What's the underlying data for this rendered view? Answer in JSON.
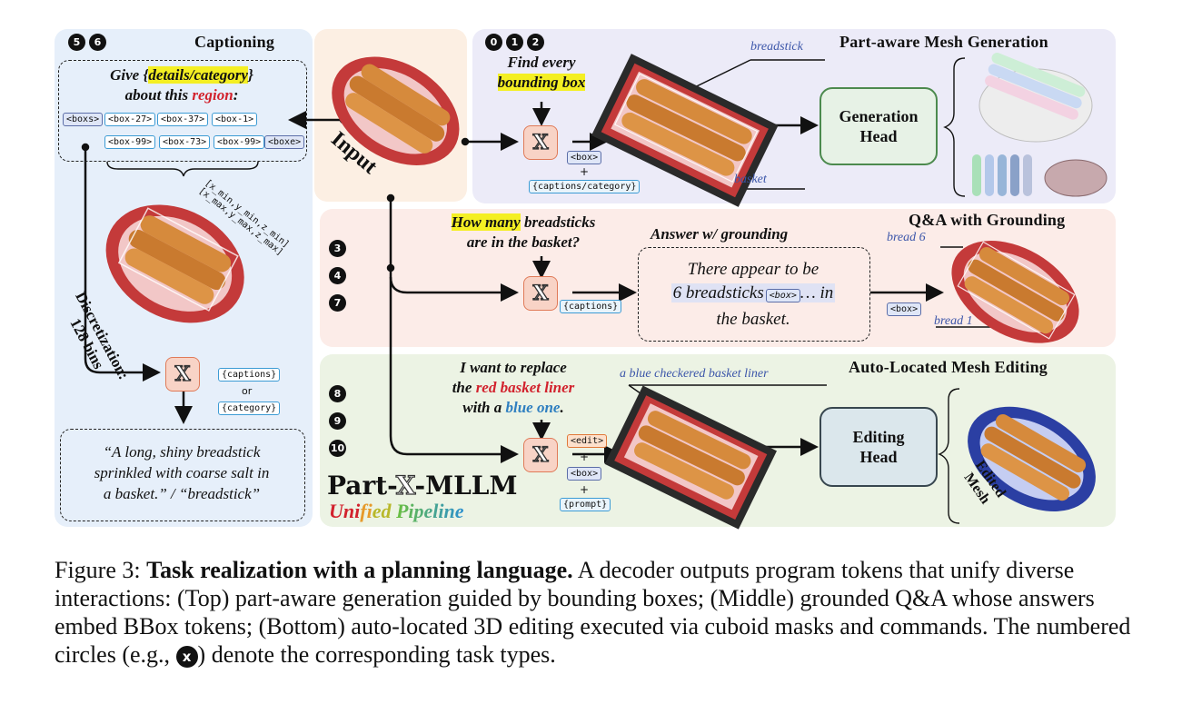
{
  "captioning": {
    "nums": [
      "5",
      "6"
    ],
    "title": "Captioning",
    "prompt_pre": "Give {",
    "prompt_hl": "details/category",
    "prompt_post": "}",
    "prompt_line2_pre": "about this ",
    "prompt_line2_red": "region",
    "prompt_line2_post": ":",
    "tokens_row1": [
      "<boxs>",
      "<box-27>",
      "<box-37>",
      "<box-1>"
    ],
    "tokens_row2": [
      "<box-99>",
      "<box-73>",
      "<box-99>",
      "<boxe>"
    ],
    "coords": [
      "[x_min,y_min,z_min]",
      "[x_max,y_max,z_max]"
    ],
    "discretization": [
      "Discretization:",
      "128 bins"
    ],
    "out_tokens": [
      "{captions}",
      "or",
      "{category}"
    ],
    "answer": [
      "“A long, shiny breadstick",
      "sprinkled with coarse salt in",
      "a basket.” / “breadstick”"
    ]
  },
  "input_label": "Input",
  "generation": {
    "nums": [
      "0",
      "1",
      "2"
    ],
    "title": "Part-aware Mesh Generation",
    "prompt": [
      "Find every",
      "bounding box"
    ],
    "tokens": [
      "<box>",
      "+",
      "{captions/category}"
    ],
    "labels": [
      "breadstick",
      "basket"
    ],
    "head": [
      "Generation",
      "Head"
    ]
  },
  "qa": {
    "nums": [
      "3",
      "4",
      "7"
    ],
    "title": "Q&A with Grounding",
    "question_hl": "How many",
    "question_rest": " breadsticks",
    "question_line2": "are in the basket?",
    "tokens": [
      "{captions}"
    ],
    "answer_title": "Answer w/ grounding",
    "answer": [
      "There appear to be",
      "6 breadsticks",
      "… in",
      "the basket."
    ],
    "answer_token": "<box>",
    "out_token": "<box>",
    "labels": [
      "bread 6",
      "bread 1"
    ]
  },
  "editing": {
    "nums": [
      "8",
      "9",
      "10"
    ],
    "title": "Auto-Located Mesh Editing",
    "instruction": [
      "I want to replace",
      "the ",
      "red basket liner",
      "with a ",
      "blue one",
      "."
    ],
    "tokens": [
      "<edit>",
      "+",
      "<box>",
      "+",
      "{prompt}"
    ],
    "target_label": "a blue checkered basket liner",
    "head": [
      "Editing",
      "Head"
    ],
    "edited_label": [
      "Edited",
      "Mesh"
    ]
  },
  "brand": {
    "name_pre": "Part-",
    "name_x": "X",
    "name_post": "-MLLM",
    "sub": [
      "Uni",
      "fi",
      "ed",
      " ",
      "Pipeline"
    ]
  },
  "caption": {
    "fig": "Figure 3: ",
    "bold": "Task realization with a planning language.",
    "text": " A decoder outputs program tokens that unify diverse interactions: (Top) part-aware generation guided by bounding boxes; (Middle) grounded Q&A whose answers embed BBox tokens; (Bottom) auto-located 3D editing executed via cuboid masks and commands. The numbered circles (e.g., ",
    "x": "x",
    "text2": ") denote the corresponding task types."
  },
  "colors": {
    "captioning_bg": "#e6effa",
    "input_bg": "#fcefe3",
    "generation_bg": "#ecebf8",
    "qa_bg": "#fcece8",
    "editing_bg": "#ecf3e4",
    "gen_head": "#e7f2e6",
    "edit_head": "#dbe7ec",
    "red": "#d2222d",
    "blue_text": "#2f7fc0"
  }
}
